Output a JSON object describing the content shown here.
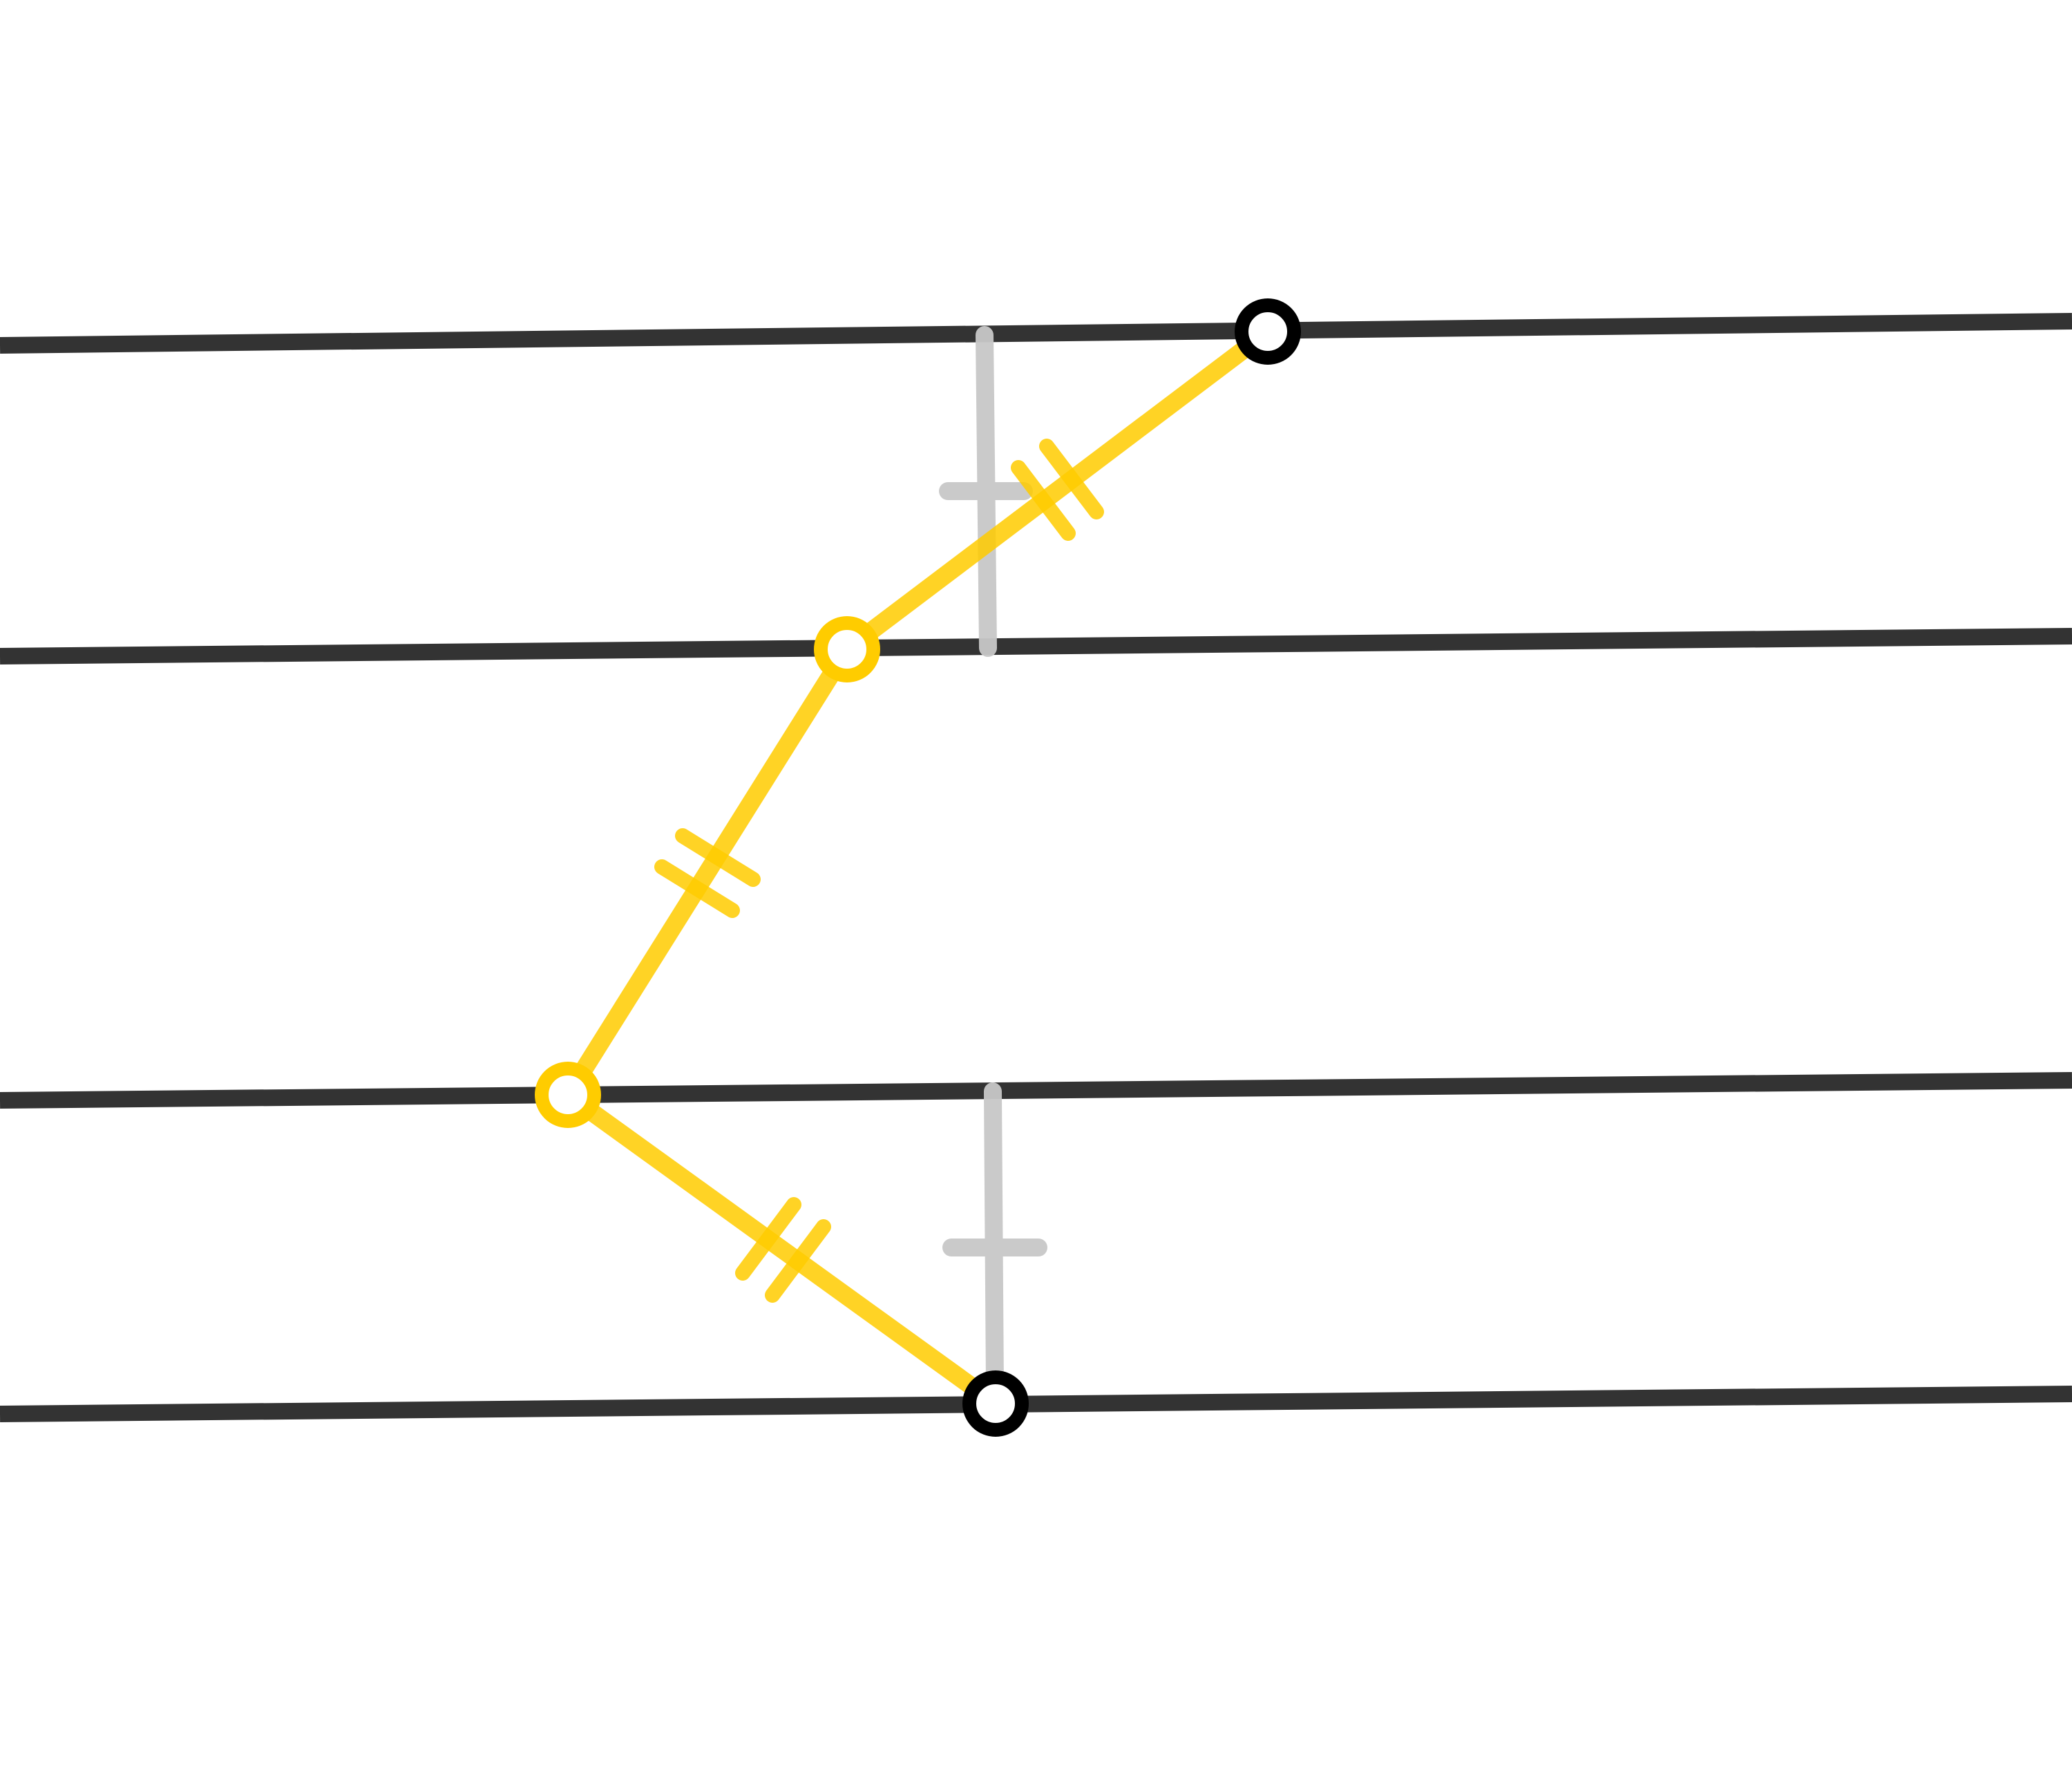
{
  "diagram": {
    "description_free": true,
    "colors": {
      "background": "#ffffff",
      "parallel_line": "#333333",
      "path_segment": "#ffd12f",
      "tick_mark": "#ffd12f",
      "yellow_point": "#ffcc00",
      "black_point": "#000000",
      "point_fill": "#ffffff",
      "guide_line": "#c8c8c8"
    },
    "counts": {
      "parallel_lines": 4,
      "path_segments": 3,
      "path_points": 4,
      "guide_marks": 2
    },
    "tick_marks_per_segment": 2,
    "equal_segments_marked": true,
    "point_styles": [
      "black",
      "yellow",
      "yellow",
      "black"
    ]
  }
}
